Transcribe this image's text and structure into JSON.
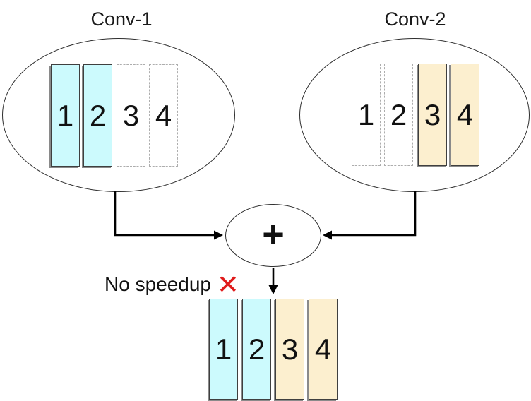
{
  "conv1": {
    "title": "Conv-1",
    "filters": [
      {
        "label": "1",
        "style": "active-cyan"
      },
      {
        "label": "2",
        "style": "active-cyan"
      },
      {
        "label": "3",
        "style": "pruned-dashed"
      },
      {
        "label": "4",
        "style": "pruned-dashed"
      }
    ]
  },
  "conv2": {
    "title": "Conv-2",
    "filters": [
      {
        "label": "1",
        "style": "pruned-dashed"
      },
      {
        "label": "2",
        "style": "pruned-dashed"
      },
      {
        "label": "3",
        "style": "active-tan"
      },
      {
        "label": "4",
        "style": "active-tan"
      }
    ]
  },
  "merge": {
    "operator": "+"
  },
  "annotation": {
    "text": "No speedup",
    "mark": "✕"
  },
  "result": {
    "filters": [
      {
        "label": "1",
        "style": "active-cyan"
      },
      {
        "label": "2",
        "style": "active-cyan"
      },
      {
        "label": "3",
        "style": "active-tan"
      },
      {
        "label": "4",
        "style": "active-tan"
      }
    ]
  },
  "colors": {
    "cyan_fill": "#CCFAFD",
    "tan_fill": "#FCEFCF",
    "cross_red": "#E01B1B",
    "line_black": "#000000"
  }
}
